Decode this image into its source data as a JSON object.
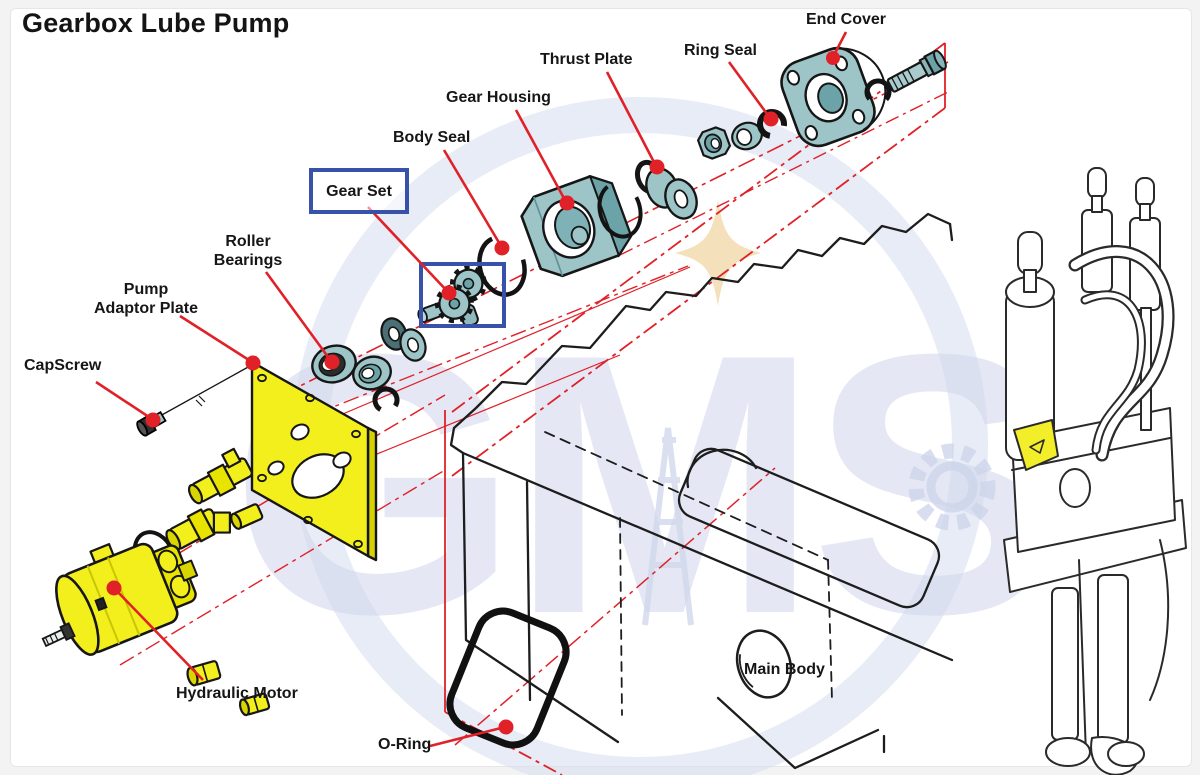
{
  "title": "Gearbox Lube Pump",
  "watermark": {
    "text": "GMS"
  },
  "labels": {
    "end_cover": "End Cover",
    "ring_seal": "Ring Seal",
    "thrust_plate": "Thrust Plate",
    "gear_housing": "Gear Housing",
    "body_seal": "Body Seal",
    "gear_set": "Gear Set",
    "roller_bearings": {
      "line1": "Roller",
      "line2": "Bearings"
    },
    "pump_adaptor_plate": {
      "line1": "Pump",
      "line2": "Adaptor Plate"
    },
    "capscrew": "CapScrew",
    "hydraulic_motor": "Hydraulic Motor",
    "o_ring": "O-Ring",
    "main_body": "Main Body"
  },
  "colors": {
    "leader_red": "#e02128",
    "highlight_blue": "#3752a8",
    "part_teal": "#9dc4c7",
    "part_teal_dark": "#6ba3a8",
    "part_yellow": "#f3ef1d",
    "outline": "#161616",
    "watermark_blue": "#d0d7ec",
    "watermark_gold": "#f3ddb4"
  }
}
